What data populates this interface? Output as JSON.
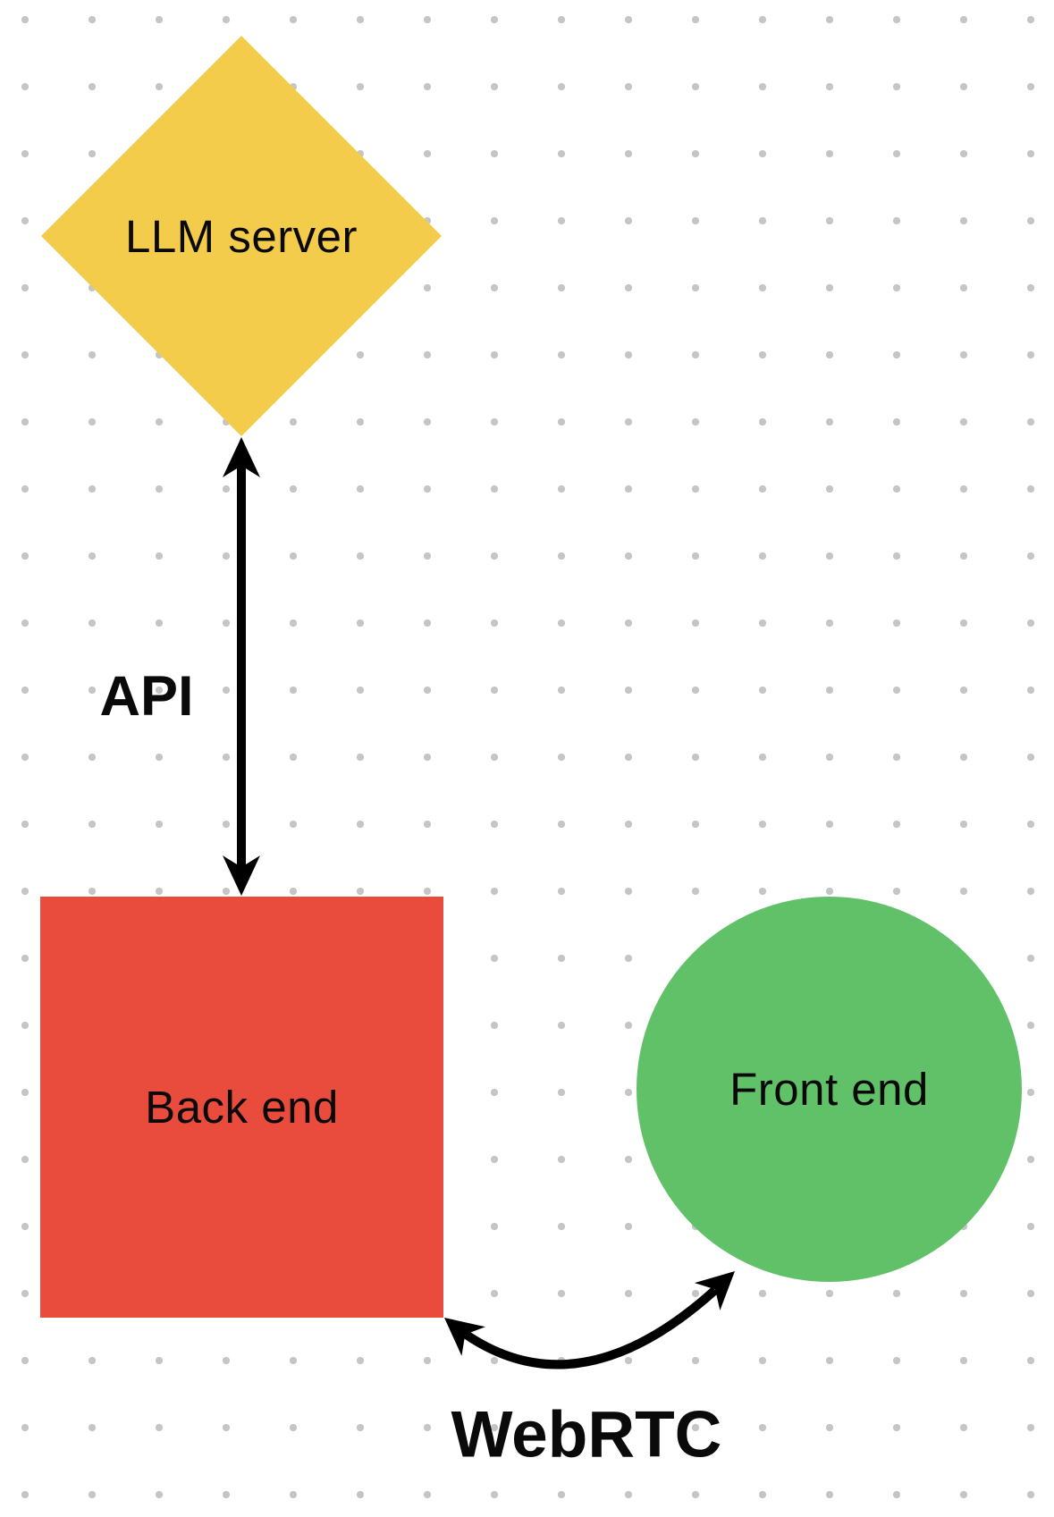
{
  "diagram": {
    "canvas": {
      "background_color": "#ffffff",
      "dot_grid_color": "#c5c5c5"
    },
    "nodes": [
      {
        "id": "llm-server",
        "shape": "diamond",
        "label": "LLM server",
        "color": "#F4CC4B"
      },
      {
        "id": "back-end",
        "shape": "square",
        "label": "Back end",
        "color": "#E94C3D"
      },
      {
        "id": "front-end",
        "shape": "circle",
        "label": "Front end",
        "color": "#61C169"
      }
    ],
    "connectors": [
      {
        "id": "api",
        "label": "API",
        "from": "llm-server",
        "to": "back-end",
        "style": "straight-double-arrow",
        "color": "#000000"
      },
      {
        "id": "webrtc",
        "label": "WebRTC",
        "from": "back-end",
        "to": "front-end",
        "style": "curved-double-arrow",
        "color": "#000000"
      }
    ]
  }
}
